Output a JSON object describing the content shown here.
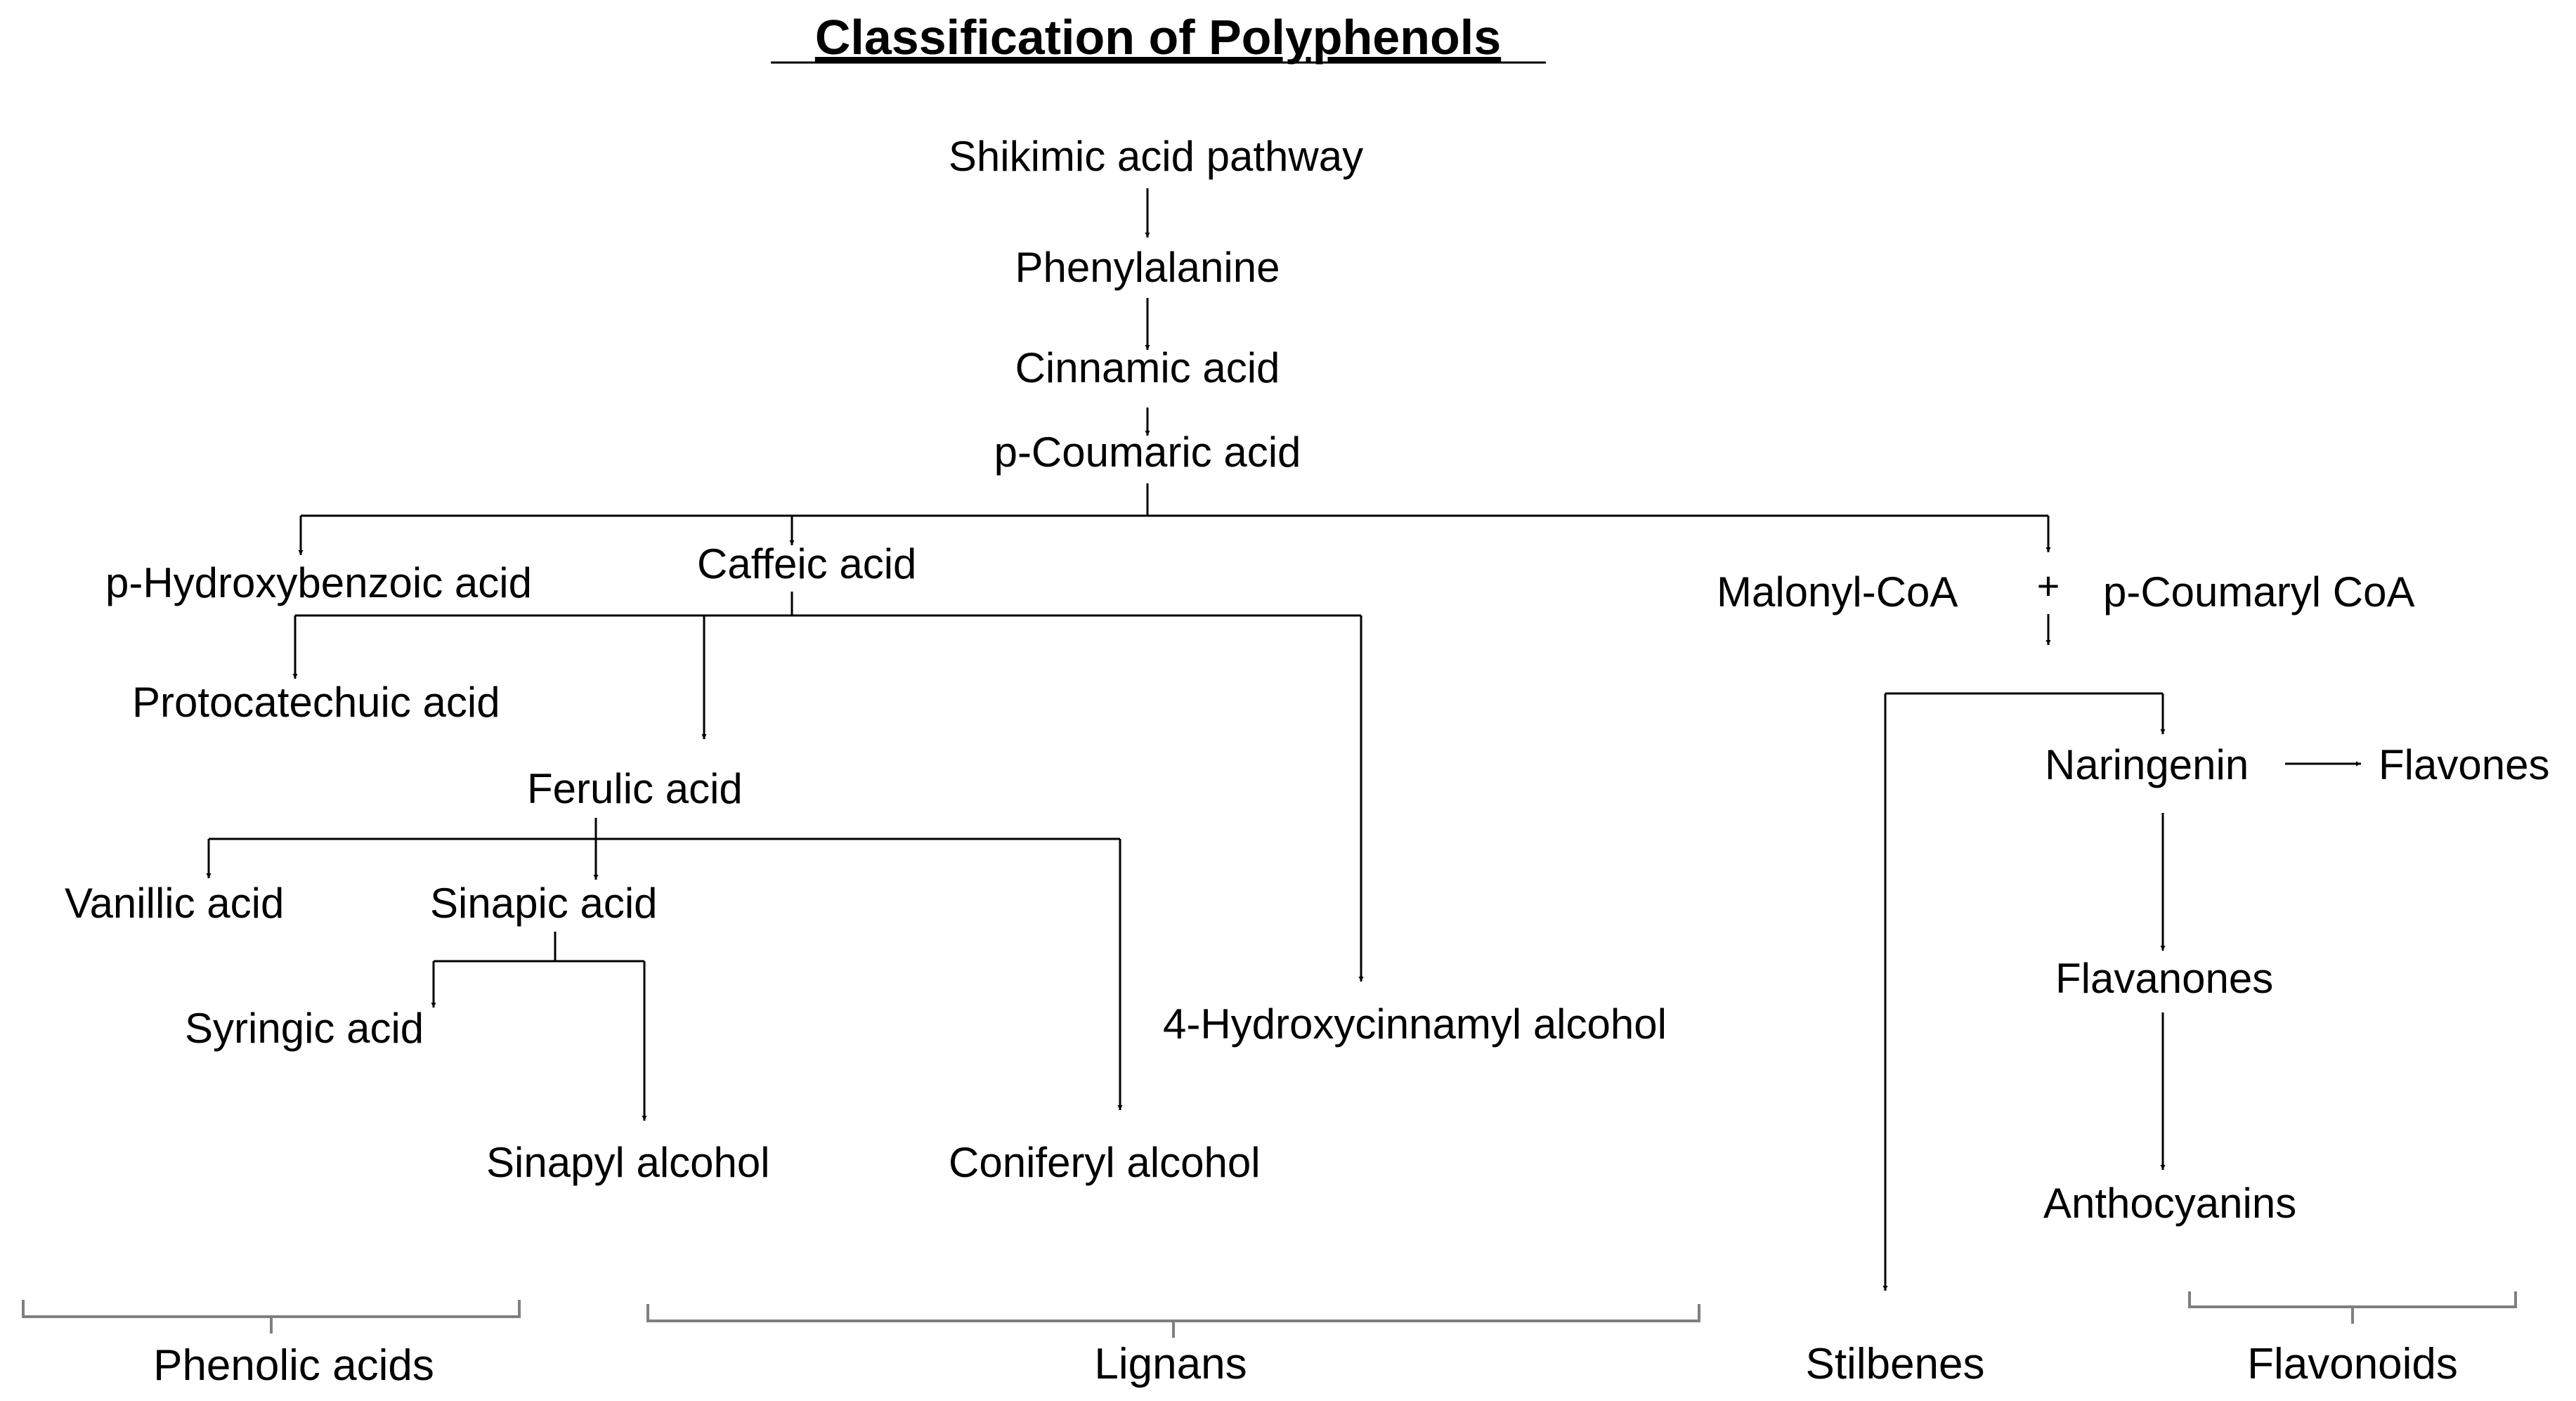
{
  "title": "Classification of Polyphenols",
  "nodes": {
    "shikimic": "Shikimic acid pathway",
    "phenylalanine": "Phenylalanine",
    "cinnamic": "Cinnamic acid",
    "pcoumaric": "p-Coumaric acid",
    "phydroxybenzoic": "p-Hydroxybenzoic acid",
    "caffeic": "Caffeic acid",
    "malonyl": "Malonyl-CoA",
    "plus": "+",
    "pcoumarylcoa": "p-Coumaryl CoA",
    "protocatechuic": "Protocatechuic acid",
    "ferulic": "Ferulic acid",
    "naringenin": "Naringenin",
    "flavones": "Flavones",
    "vanillic": "Vanillic acid",
    "sinapic": "Sinapic acid",
    "flavanones": "Flavanones",
    "syringic": "Syringic acid",
    "hydroxycinnamyl": "4-Hydroxycinnamyl alcohol",
    "sinapyl": "Sinapyl alcohol",
    "coniferyl": "Coniferyl alcohol",
    "anthocyanins": "Anthocyanins"
  },
  "groups": {
    "phenolic_acids": "Phenolic acids",
    "lignans": "Lignans",
    "stilbenes": "Stilbenes",
    "flavonoids": "Flavonoids"
  }
}
